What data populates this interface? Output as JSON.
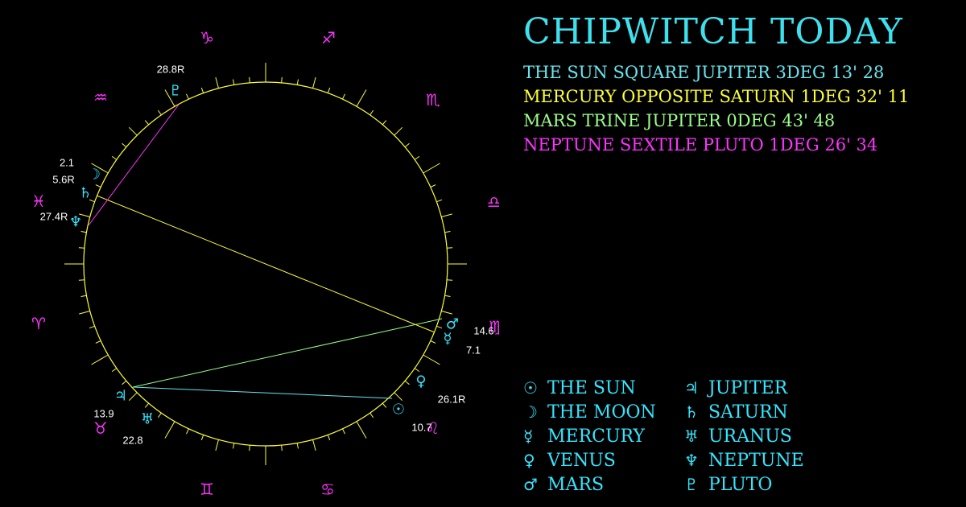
{
  "title": "CHIPWITCH TODAY",
  "colors": {
    "background": "#000000",
    "wheel": "#ffff33",
    "sign": "#ff33ff",
    "planet": "#33e6ff",
    "aspect_cyan": "#66e6f0",
    "aspect_yellow": "#ffff33",
    "aspect_green": "#99ff88",
    "aspect_magenta": "#ff33ff"
  },
  "aspects": [
    {
      "text": "THE SUN SQUARE JUPITER 3DEG 13' 28",
      "color": "#66e6f0"
    },
    {
      "text": "MERCURY OPPOSITE SATURN 1DEG 32' 11",
      "color": "#ffff33"
    },
    {
      "text": "MARS TRINE JUPITER 0DEG 43' 48",
      "color": "#99ff88"
    },
    {
      "text": "NEPTUNE SEXTILE PLUTO 1DEG 26' 34",
      "color": "#ff33ff"
    }
  ],
  "signs": [
    {
      "name": "capricorn",
      "glyph": "♑"
    },
    {
      "name": "sagittarius",
      "glyph": "♐"
    },
    {
      "name": "scorpio",
      "glyph": "♏"
    },
    {
      "name": "libra",
      "glyph": "♎"
    },
    {
      "name": "virgo",
      "glyph": "♍"
    },
    {
      "name": "leo",
      "glyph": "♌"
    },
    {
      "name": "cancer",
      "glyph": "♋"
    },
    {
      "name": "gemini",
      "glyph": "♊"
    },
    {
      "name": "taurus",
      "glyph": "♉"
    },
    {
      "name": "aries",
      "glyph": "♈"
    },
    {
      "name": "pisces",
      "glyph": "♓"
    },
    {
      "name": "aquarius",
      "glyph": "♒"
    }
  ],
  "planets": [
    {
      "name": "pluto",
      "glyph": "♇",
      "degree": "28.8R"
    },
    {
      "name": "moon",
      "glyph": "☽",
      "degree": "2.1"
    },
    {
      "name": "saturn",
      "glyph": "♄",
      "degree": "5.6R"
    },
    {
      "name": "neptune",
      "glyph": "♆",
      "degree": "27.4R"
    },
    {
      "name": "mars",
      "glyph": "♂",
      "degree": "14.6"
    },
    {
      "name": "mercury",
      "glyph": "☿",
      "degree": "7.1"
    },
    {
      "name": "venus",
      "glyph": "♀",
      "degree": "26.1R"
    },
    {
      "name": "sun",
      "glyph": "☉",
      "degree": "10.7"
    },
    {
      "name": "jupiter",
      "glyph": "♃",
      "degree": ""
    },
    {
      "name": "uranus",
      "glyph": "♅",
      "degree": "22.8"
    },
    {
      "name": "taurus-degree",
      "glyph": "",
      "degree": "13.9"
    }
  ],
  "legend": [
    {
      "glyph": "☉",
      "label": "THE SUN"
    },
    {
      "glyph": "☽",
      "label": "THE MOON"
    },
    {
      "glyph": "☿",
      "label": "MERCURY"
    },
    {
      "glyph": "♀",
      "label": "VENUS"
    },
    {
      "glyph": "♂",
      "label": "MARS"
    },
    {
      "glyph": "♃",
      "label": "JUPITER"
    },
    {
      "glyph": "♄",
      "label": "SATURN"
    },
    {
      "glyph": "♅",
      "label": "URANUS"
    },
    {
      "glyph": "♆",
      "label": "NEPTUNE"
    },
    {
      "glyph": "♇",
      "label": "PLUTO"
    }
  ]
}
